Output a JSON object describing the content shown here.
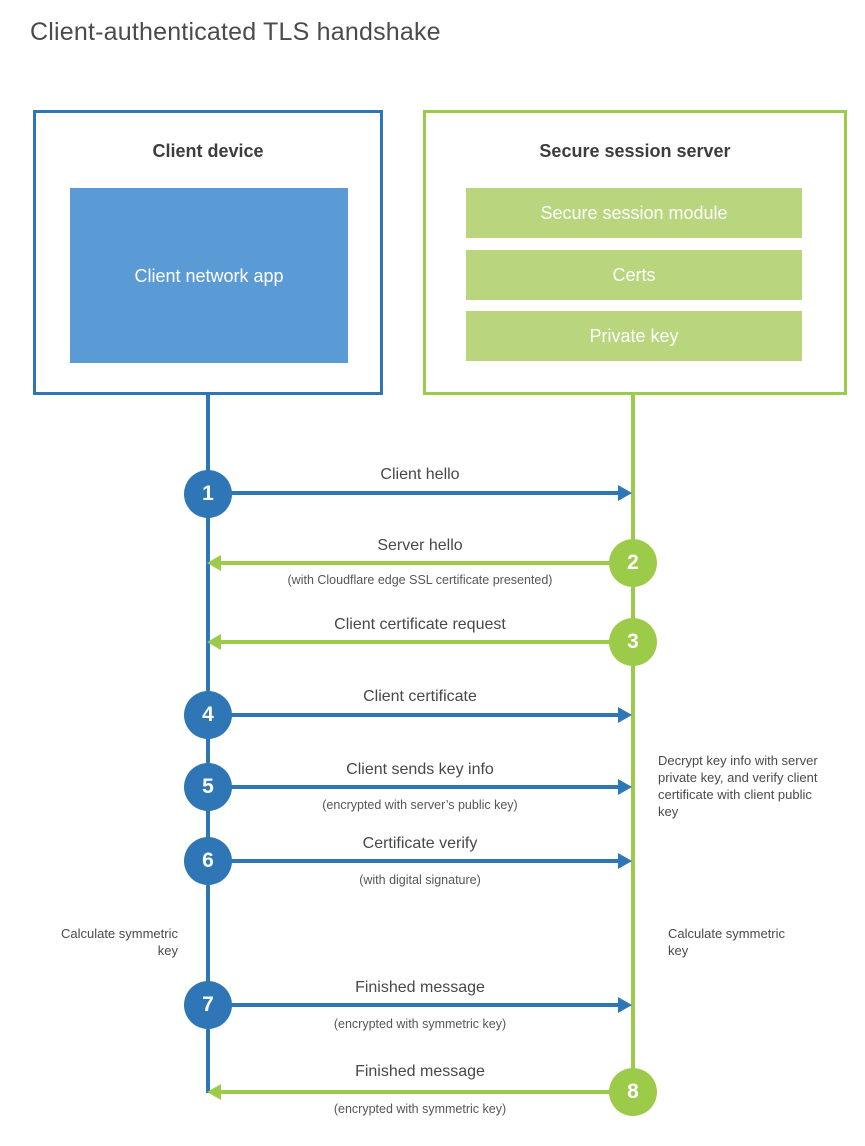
{
  "title": "Client-authenticated TLS handshake",
  "colors": {
    "blue_line": "#2e76b5",
    "blue_fill": "#5b9bd5",
    "green_line": "#9ccb49",
    "green_fill": "#b9d67e"
  },
  "client_box": {
    "title": "Client device",
    "app_label": "Client network app"
  },
  "server_box": {
    "title": "Secure session server",
    "modules": [
      "Secure session module",
      "Certs",
      "Private key"
    ]
  },
  "steps": [
    {
      "number": "1",
      "label": "Client hello",
      "note": "",
      "direction": "right",
      "actor": "client"
    },
    {
      "number": "2",
      "label": "Server hello",
      "note": "(with Cloudflare edge SSL certificate presented)",
      "direction": "left",
      "actor": "server"
    },
    {
      "number": "3",
      "label": "Client certificate request",
      "note": "",
      "direction": "left",
      "actor": "server"
    },
    {
      "number": "4",
      "label": "Client certificate",
      "note": "",
      "direction": "right",
      "actor": "client"
    },
    {
      "number": "5",
      "label": "Client sends key info",
      "note": "(encrypted with server’s public key)",
      "direction": "right",
      "actor": "client"
    },
    {
      "number": "6",
      "label": "Certificate verify",
      "note": "(with digital signature)",
      "direction": "right",
      "actor": "client"
    },
    {
      "number": "7",
      "label": "Finished message",
      "note": "(encrypted with symmetric key)",
      "direction": "right",
      "actor": "client"
    },
    {
      "number": "8",
      "label": "Finished message",
      "note": "(encrypted with symmetric key)",
      "direction": "left",
      "actor": "server"
    }
  ],
  "annotations": {
    "decrypt_note": "Decrypt key info with server private key, and verify client certificate with client public key",
    "calc_left": "Calculate symmetric key",
    "calc_right": "Calculate symmetric key"
  }
}
